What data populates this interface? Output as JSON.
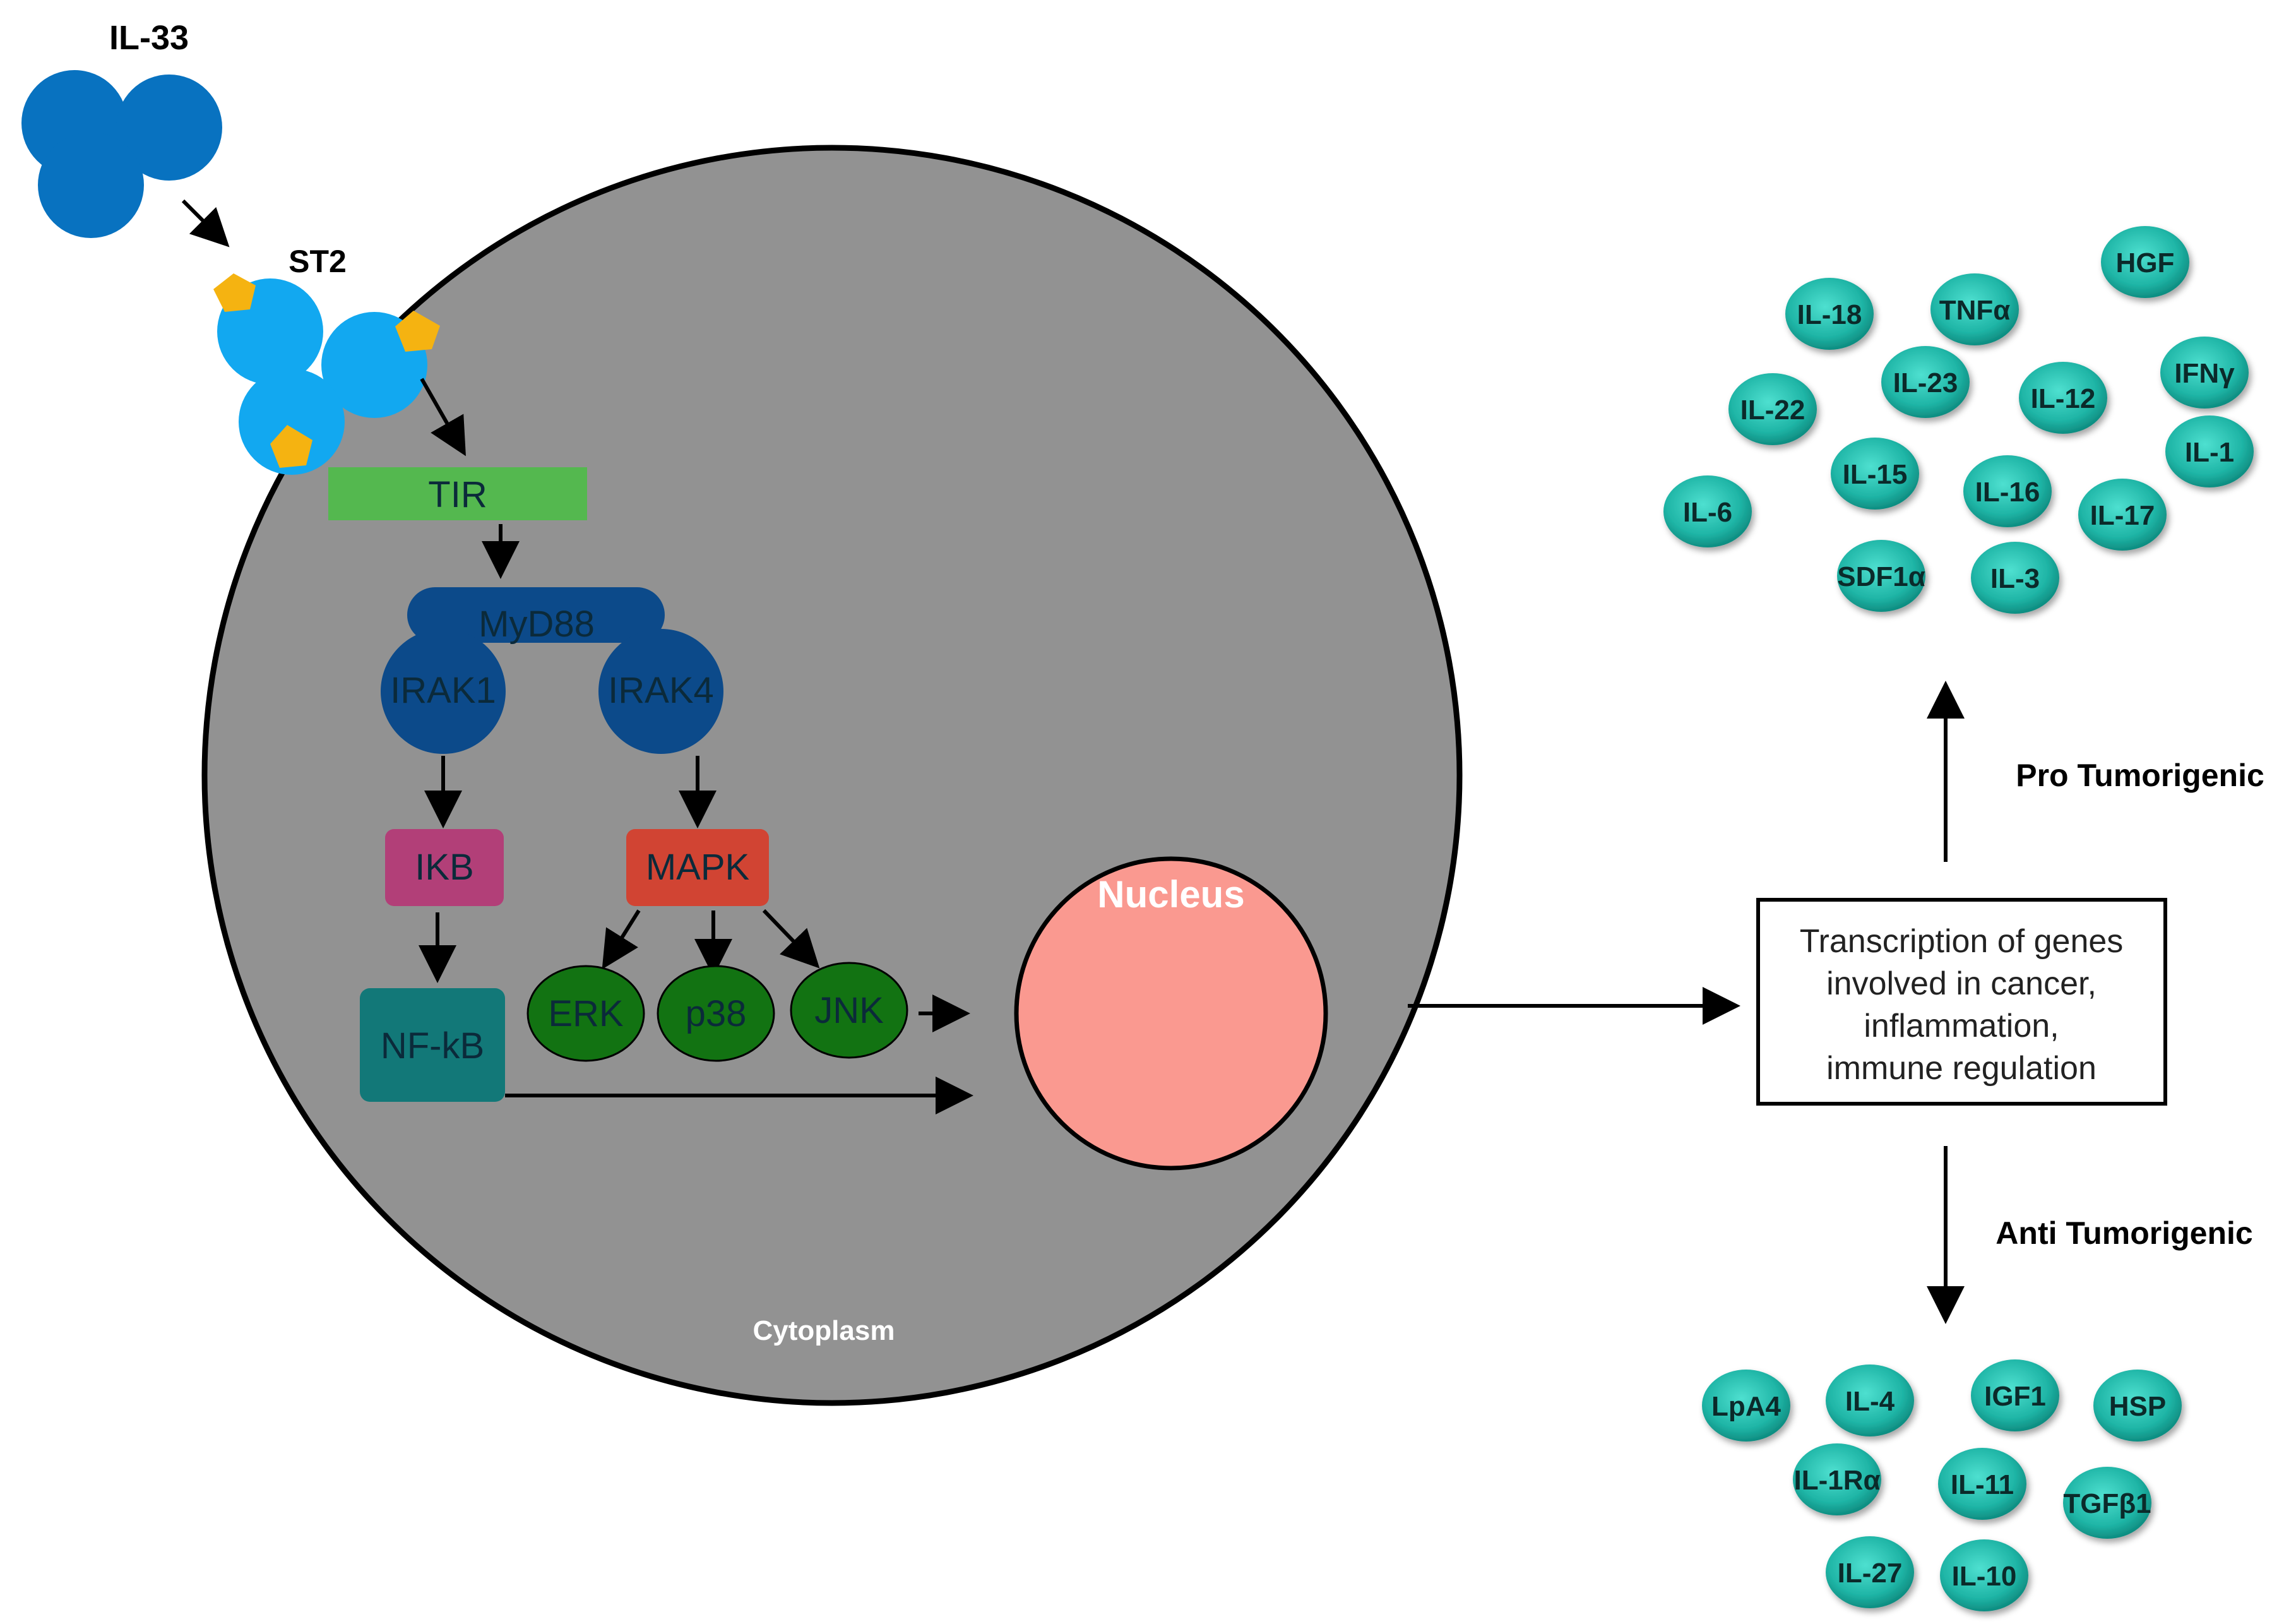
{
  "colors": {
    "cell": "#929292",
    "il33": "#0872c0",
    "st2": "#12a8f0",
    "st2_ligand": "#f5b311",
    "tir": "#54b84f",
    "myd88": "#0c4a8a",
    "ikb": "#b23f78",
    "mapk": "#d14433",
    "mapk_sub": "#127312",
    "nfkb": "#127878",
    "nucleus": "#fa9990",
    "cytokine": "#25c0b1",
    "arrow": "#000000"
  },
  "ligand": {
    "label": "IL-33"
  },
  "receptor": {
    "label": "ST2"
  },
  "cell": {
    "cytoplasm_label": "Cytoplasm",
    "nucleus_label": "Nucleus"
  },
  "nodes": {
    "tir": "TIR",
    "myd88": "MyD88",
    "irak1": "IRAK1",
    "irak4": "IRAK4",
    "ikb": "IKB",
    "mapk": "MAPK",
    "nfkb": "NF-kB",
    "erk": "ERK",
    "p38": "p38",
    "jnk": "JNK"
  },
  "transcription_box": {
    "lines": [
      "Transcription of genes",
      "involved in cancer,",
      "inflammation,",
      "immune regulation"
    ]
  },
  "pro": {
    "label": "Pro Tumorigenic",
    "cytokines": [
      "HGF",
      "IL-18",
      "TNFα",
      "IFNγ",
      "IL-22",
      "IL-23",
      "IL-12",
      "IL-1",
      "IL-15",
      "IL-16",
      "IL-6",
      "IL-17",
      "SDF1α",
      "IL-3"
    ]
  },
  "anti": {
    "label": "Anti Tumorigenic",
    "cytokines": [
      "LpA4",
      "IL-4",
      "IGF1",
      "HSP",
      "IL-1Rα",
      "IL-11",
      "TGFβ1",
      "IL-27",
      "IL-10"
    ]
  }
}
